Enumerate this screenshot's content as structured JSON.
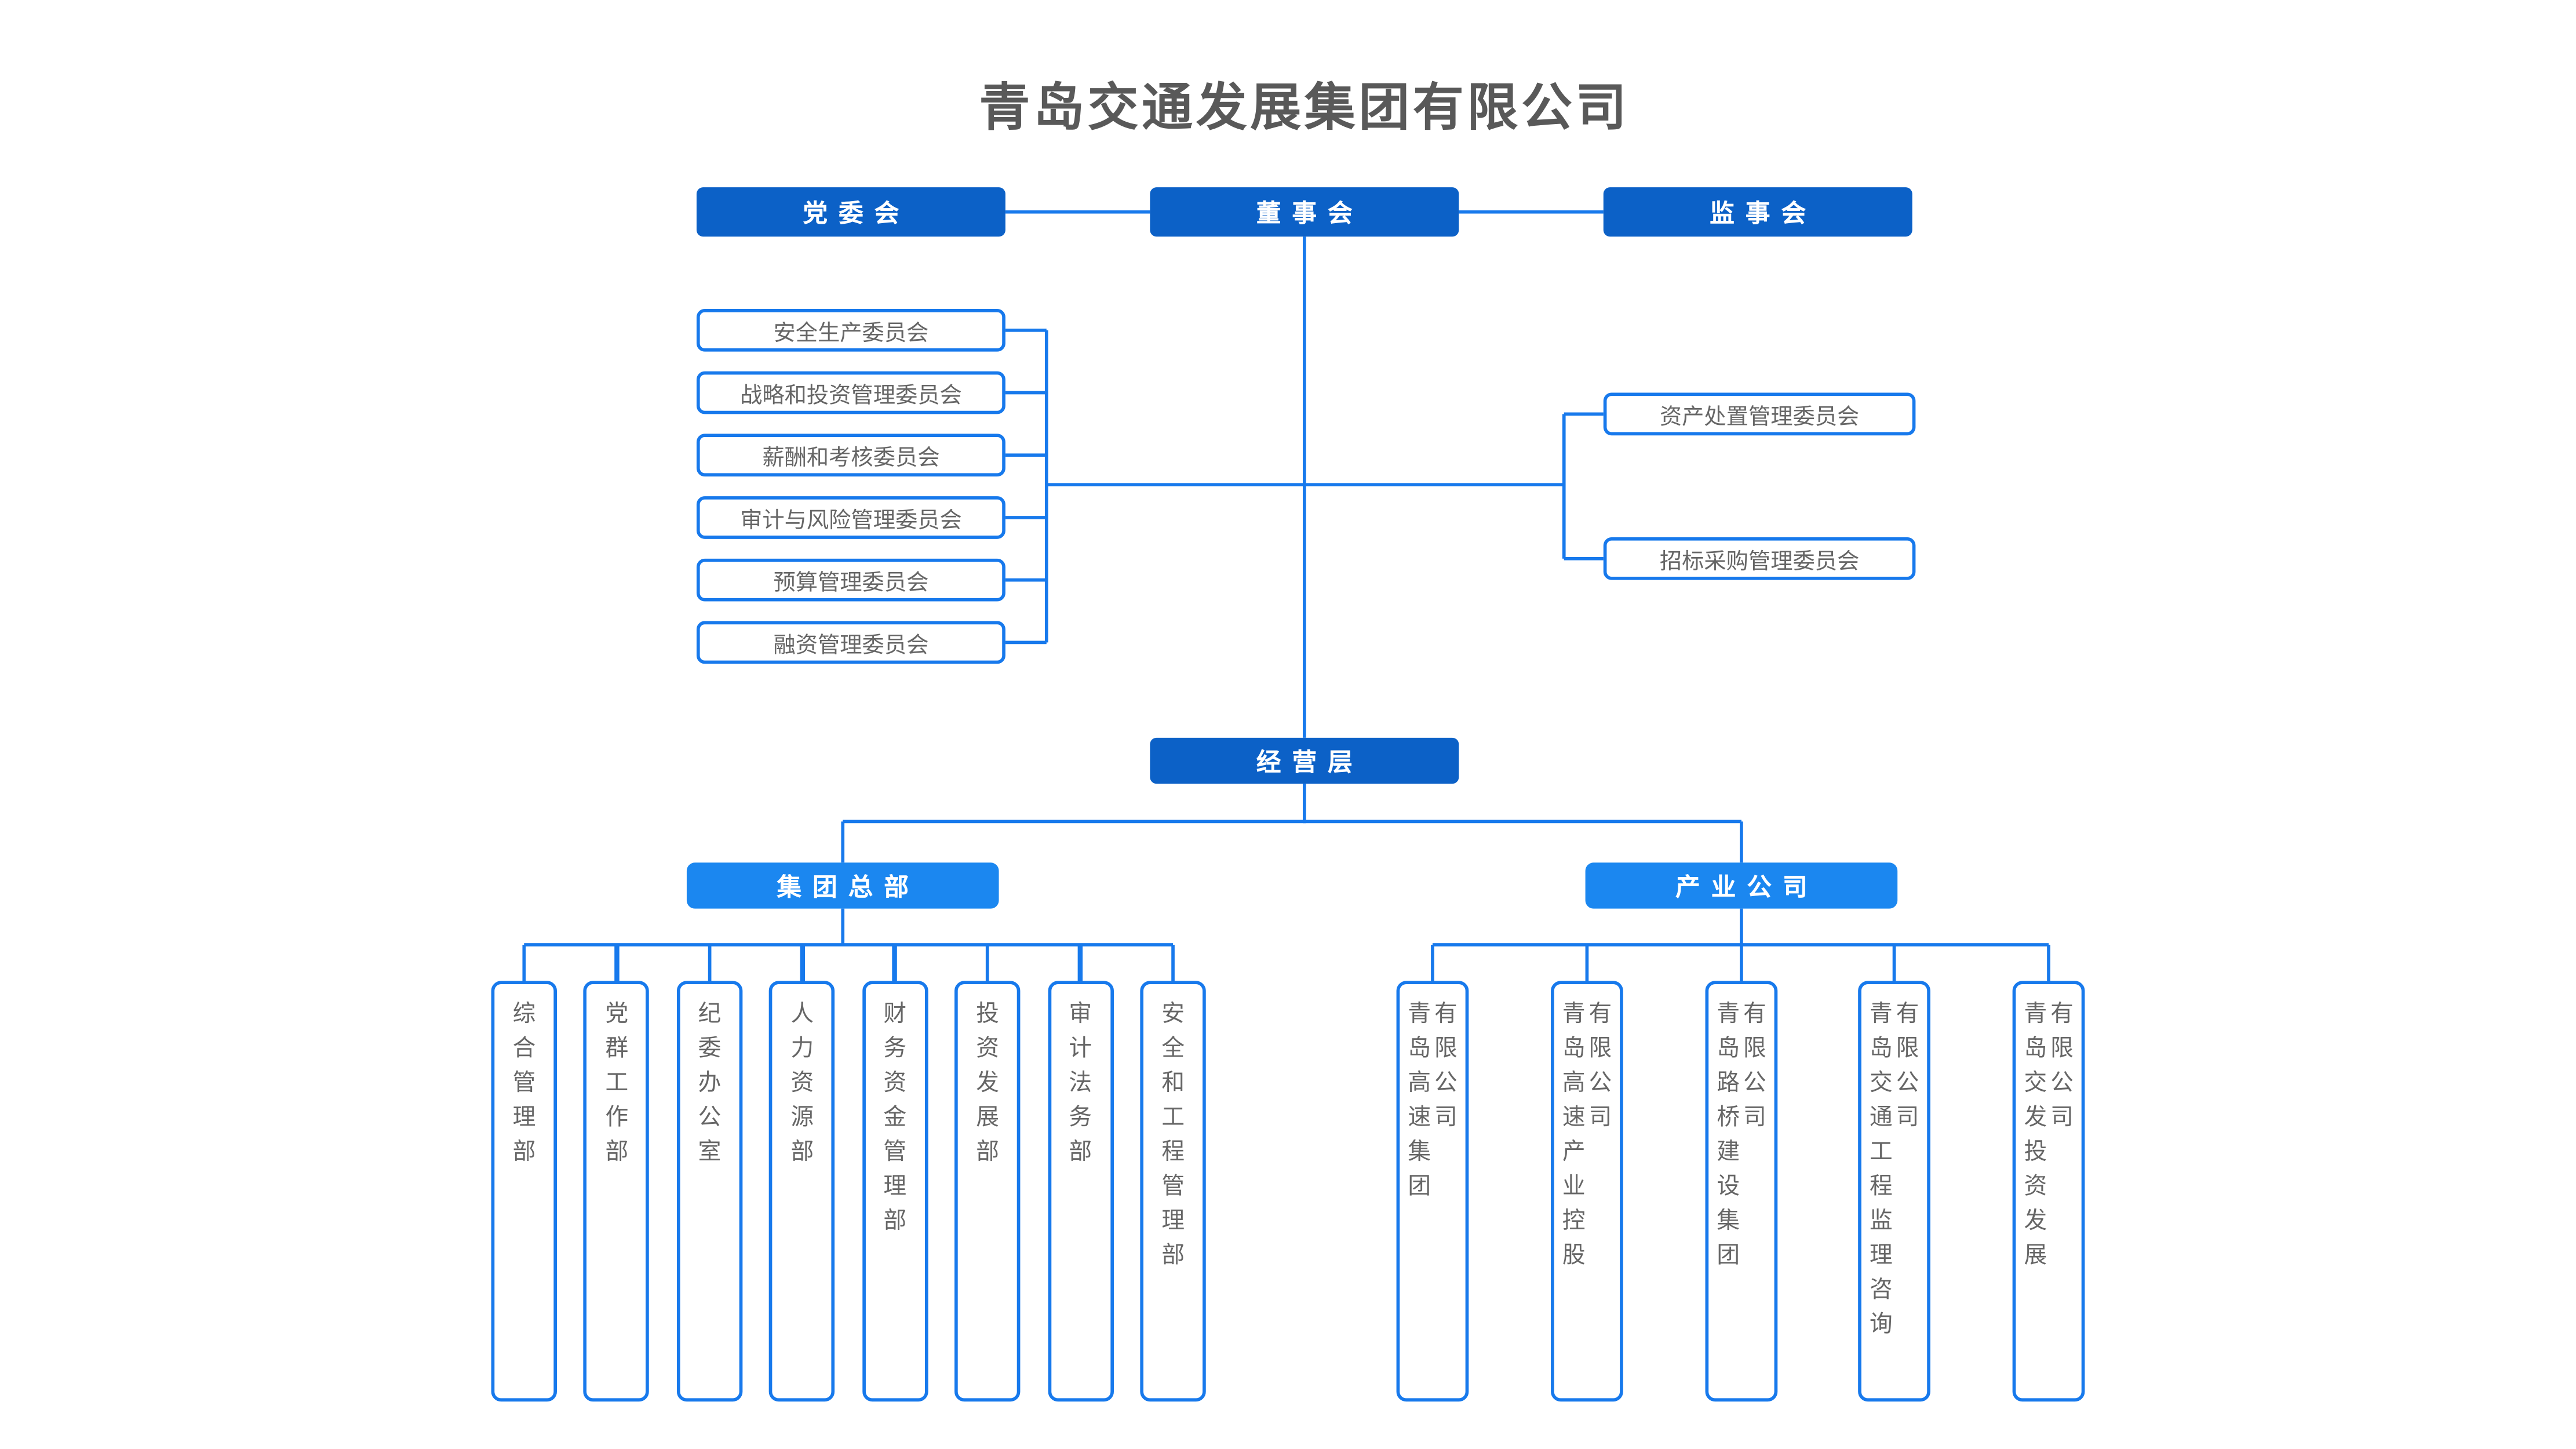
{
  "title": "青岛交通发展集团有限公司",
  "colors": {
    "dark_blue": "#0c61c7",
    "bright_blue": "#1b87f0",
    "line_blue": "#1779ec",
    "text_gray": "#666666",
    "title_gray": "#595959"
  },
  "governance": {
    "party_committee": "党委会",
    "board": "董事会",
    "supervisory": "监事会"
  },
  "board_committees_left": [
    "安全生产委员会",
    "战略和投资管理委员会",
    "薪酬和考核委员会",
    "审计与风险管理委员会",
    "预算管理委员会",
    "融资管理委员会"
  ],
  "board_committees_right": [
    "资产处置管理委员会",
    "招标采购管理委员会"
  ],
  "management_layer": "经营层",
  "group_hq": {
    "label": "集团总部",
    "departments": [
      "综合管理部",
      "党群工作部",
      "纪委办公室",
      "人力资源部",
      "财务资金管理部",
      "投资发展部",
      "审计法务部",
      "安全和工程管理部"
    ]
  },
  "industry_companies": {
    "label": "产业公司",
    "companies": [
      {
        "name": "青岛高速集团",
        "suffix": "有限公司"
      },
      {
        "name": "青岛高速产业控股",
        "suffix": "有限公司"
      },
      {
        "name": "青岛路桥建设集团",
        "suffix": "有限公司"
      },
      {
        "name": "青岛交通工程监理咨询",
        "suffix": "有限公司"
      },
      {
        "name": "青岛交发投资发展",
        "suffix": "有限公司"
      }
    ]
  }
}
